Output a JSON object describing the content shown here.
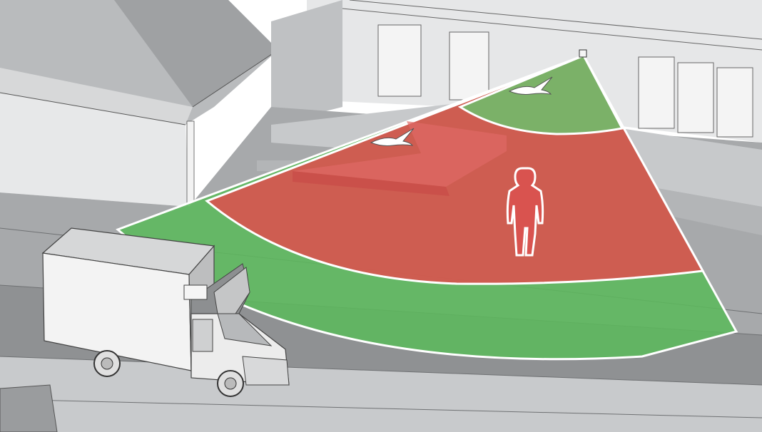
{
  "scene": {
    "description_visible_text": "",
    "colors": {
      "detect_zone_green": "#5cb85c",
      "alarm_zone_red": "#d9534f",
      "inner_green": "#9ed79e",
      "ground_gray": "#a7a9ab",
      "wall_gray": "#c3c5c7",
      "road_gray": "#8f9193"
    },
    "zones": [
      {
        "id": "near-zone",
        "status": "ignored",
        "color": "green"
      },
      {
        "id": "middle-zone",
        "status": "alarm",
        "color": "red"
      },
      {
        "id": "far-zone",
        "status": "ignored",
        "color": "green"
      }
    ],
    "icons": [
      "camera-icon",
      "person-icon",
      "bird-icon",
      "bird-icon",
      "truck-icon"
    ]
  }
}
